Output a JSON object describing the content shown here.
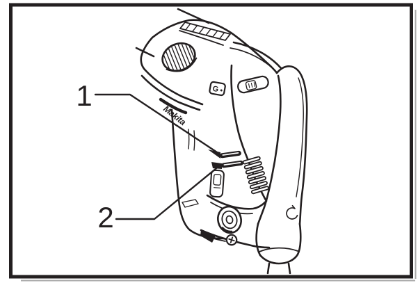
{
  "figure": {
    "brand_logo": "Makita",
    "badge_label": "G",
    "callouts": [
      {
        "label": "1"
      },
      {
        "label": "2"
      }
    ],
    "colors": {
      "ink": "#231f20",
      "background": "#ffffff",
      "shadow": "#a9a9a9"
    }
  }
}
